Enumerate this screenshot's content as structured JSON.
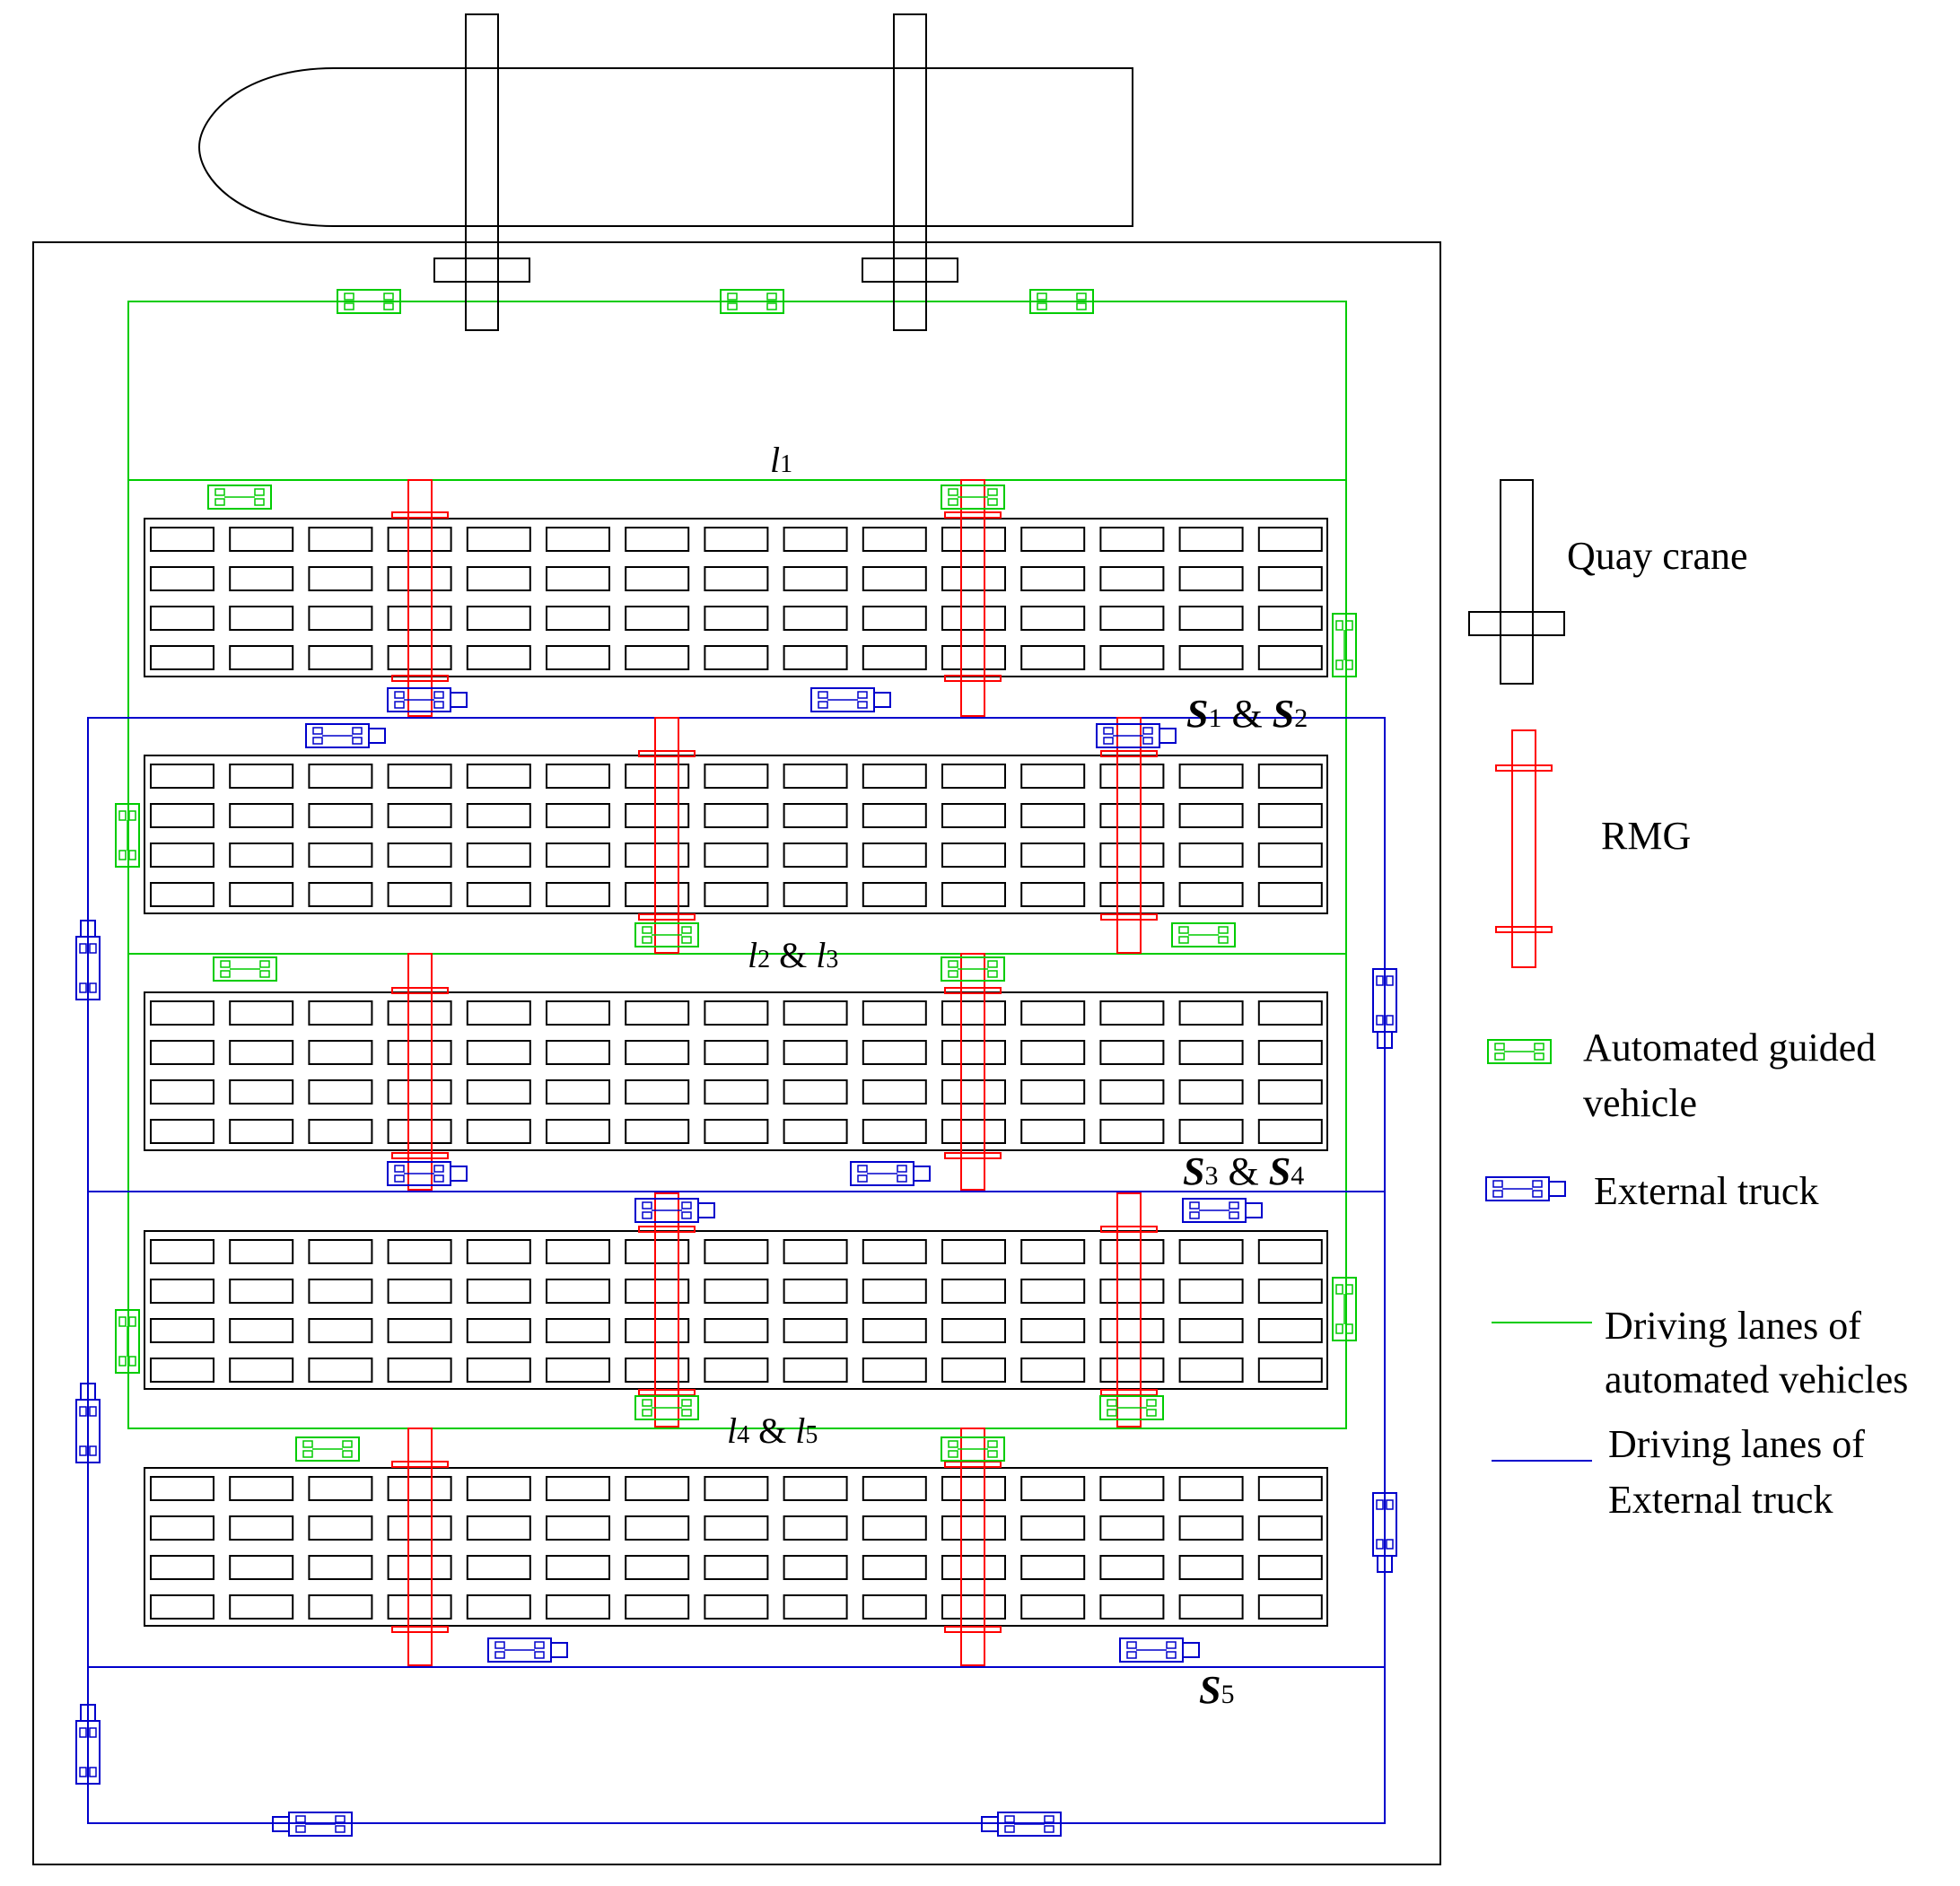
{
  "colors": {
    "outline": "#000000",
    "rmg": "#ff0000",
    "agv": "#00cc00",
    "truck": "#0000cc"
  },
  "lane_labels": {
    "l1": "l",
    "l1_sub": "1",
    "l23_a": "l",
    "l23_a_sub": "2",
    "l23_mid": " & ",
    "l23_b": "l",
    "l23_b_sub": "3",
    "l45_a": "l",
    "l45_a_sub": "4",
    "l45_mid": " & ",
    "l45_b": "l",
    "l45_b_sub": "5",
    "s12_a": "S",
    "s12_a_sub": "1",
    "s12_mid": " & ",
    "s12_b": "S",
    "s12_b_sub": "2",
    "s34_a": "S",
    "s34_a_sub": "3",
    "s34_mid": " & ",
    "s34_b": "S",
    "s34_b_sub": "4",
    "s5": "S",
    "s5_sub": "5"
  },
  "legend": {
    "quay_crane": "Quay crane",
    "rmg": "RMG",
    "agv_line1": "Automated guided",
    "agv_line2": "vehicle",
    "truck": "External truck",
    "agv_lane_line1": "Driving lanes of",
    "agv_lane_line2": "automated vehicles",
    "truck_lane_line1": "Driving lanes of",
    "truck_lane_line2": "External truck"
  },
  "icons": {
    "ship": "ship-outline-icon",
    "quay_crane": "quay-crane-icon",
    "rmg": "rmg-icon",
    "agv": "agv-icon",
    "truck": "truck-icon"
  }
}
